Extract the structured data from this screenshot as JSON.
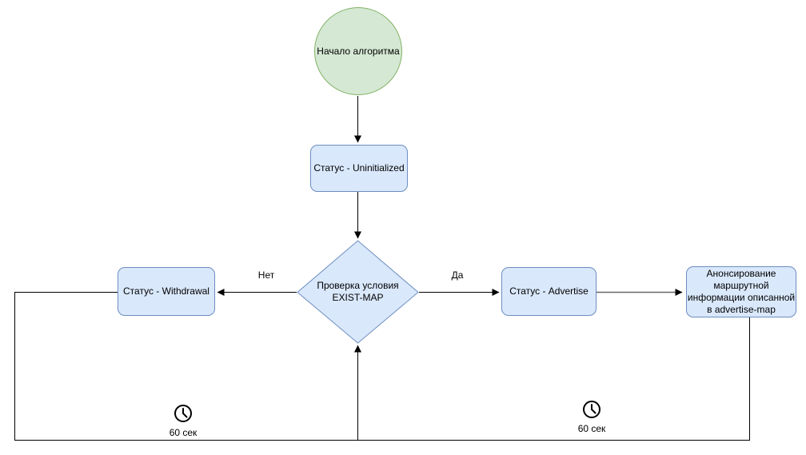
{
  "diagram": {
    "background": "#ffffff",
    "nodes": {
      "start": {
        "label": "Начало алгоритма",
        "shape": "ellipse",
        "fill": "#d5e8d4",
        "stroke": "#82b366"
      },
      "status_uninitialized": {
        "label": "Статус - Uninitialized",
        "shape": "rounded-rect",
        "fill": "#dae8fc",
        "stroke": "#6c8ebf"
      },
      "check_exist_map": {
        "label": "Проверка условия\nEXIST-MAP",
        "shape": "diamond",
        "fill": "#dae8fc",
        "stroke": "#6c8ebf"
      },
      "status_withdrawal": {
        "label": "Статус - Withdrawal",
        "shape": "rounded-rect",
        "fill": "#dae8fc",
        "stroke": "#6c8ebf"
      },
      "status_advertise": {
        "label": "Статус - Advertise",
        "shape": "rounded-rect",
        "fill": "#dae8fc",
        "stroke": "#6c8ebf"
      },
      "announce": {
        "label": "Анонсирование\nмаршрутной\nинформации описанной\nв advertise-map",
        "shape": "rounded-rect",
        "fill": "#dae8fc",
        "stroke": "#6c8ebf"
      }
    },
    "edges": {
      "decision_no": {
        "label": "Нет"
      },
      "decision_yes": {
        "label": "Да"
      },
      "timer_left": {
        "label": "60 сек",
        "icon": "clock-icon"
      },
      "timer_right": {
        "label": "60 сек",
        "icon": "clock-icon"
      }
    },
    "colors": {
      "edge": "#000000",
      "edge_secondary": "#666666",
      "green_fill": "#d5e8d4",
      "green_stroke": "#82b366",
      "blue_fill": "#dae8fc",
      "blue_stroke": "#6c8ebf"
    }
  }
}
